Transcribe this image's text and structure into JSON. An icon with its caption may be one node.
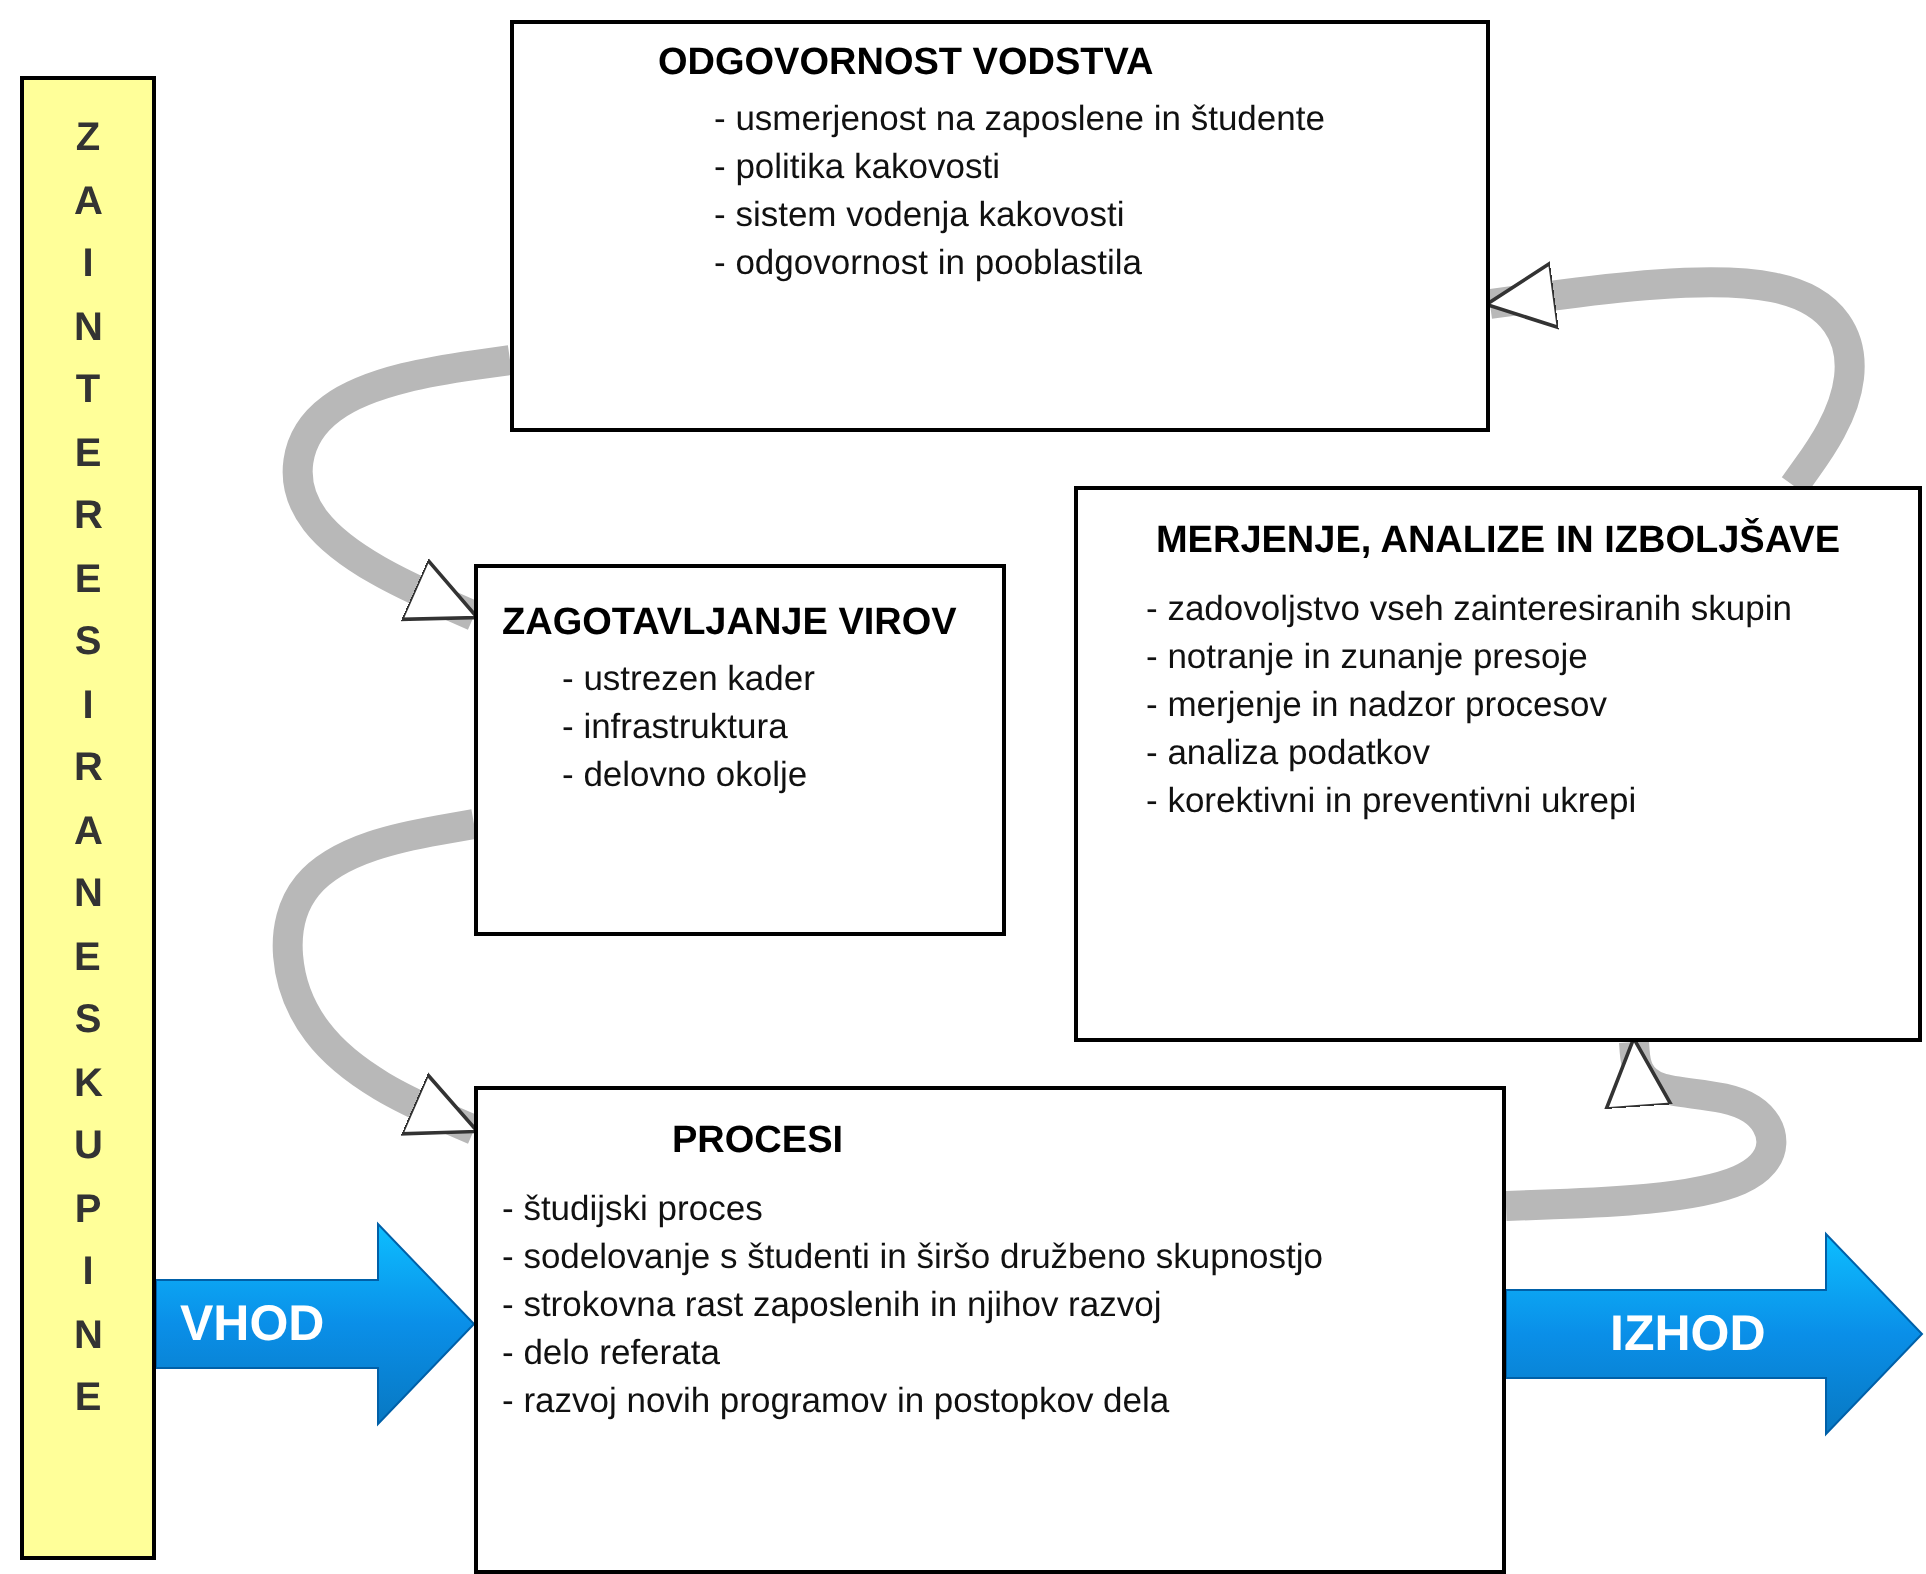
{
  "diagram": {
    "nodes": [
      {
        "text": [
          "ZAINTERESIRANE SKUPINE"
        ]
      },
      {
        "text": [
          "ODGOVORNOST VODSTVA",
          "- usmerjenost na zaposlene in študente",
          "- politika kakovosti",
          "- sistem vodenja kakovosti",
          "- odgovornost in pooblastila"
        ]
      },
      {
        "text": [
          "ZAGOTAVLJANJE VIROV",
          "- ustrezen kader",
          "- infrastruktura",
          "- delovno okolje"
        ]
      },
      {
        "text": [
          "MERJENJE, ANALIZE IN IZBOLJŠAVE",
          "- zadovoljstvo vseh zainteresiranih skupin",
          "- notranje in zunanje presoje",
          "- merjenje in nadzor procesov",
          "- analiza podatkov",
          "- korektivni in preventivni ukrepi"
        ]
      },
      {
        "text": [
          "PROCESI",
          "- študijski proces",
          "- sodelovanje s študenti in širšo družbeno skupnostjo",
          "- strokovna rast zaposlenih in njihov razvoj",
          "- delo referata",
          "- razvoj novih programov in postopkov dela"
        ]
      }
    ],
    "edges": [
      {
        "from": 1,
        "to": 2,
        "arrow": "to"
      },
      {
        "from": 2,
        "to": 4,
        "arrow": "to"
      },
      {
        "from": 4,
        "to": 3,
        "arrow": "to"
      },
      {
        "from": 3,
        "to": 1,
        "arrow": "to"
      },
      {
        "from": 0,
        "to": 4,
        "arrow": "to",
        "label": "VHOD",
        "style": "thick",
        "color": "#0a8fe8"
      },
      {
        "from": 4,
        "to": null,
        "arrow": "to",
        "label": "IZHOD",
        "style": "thick",
        "color": "#0a8fe8"
      }
    ]
  }
}
